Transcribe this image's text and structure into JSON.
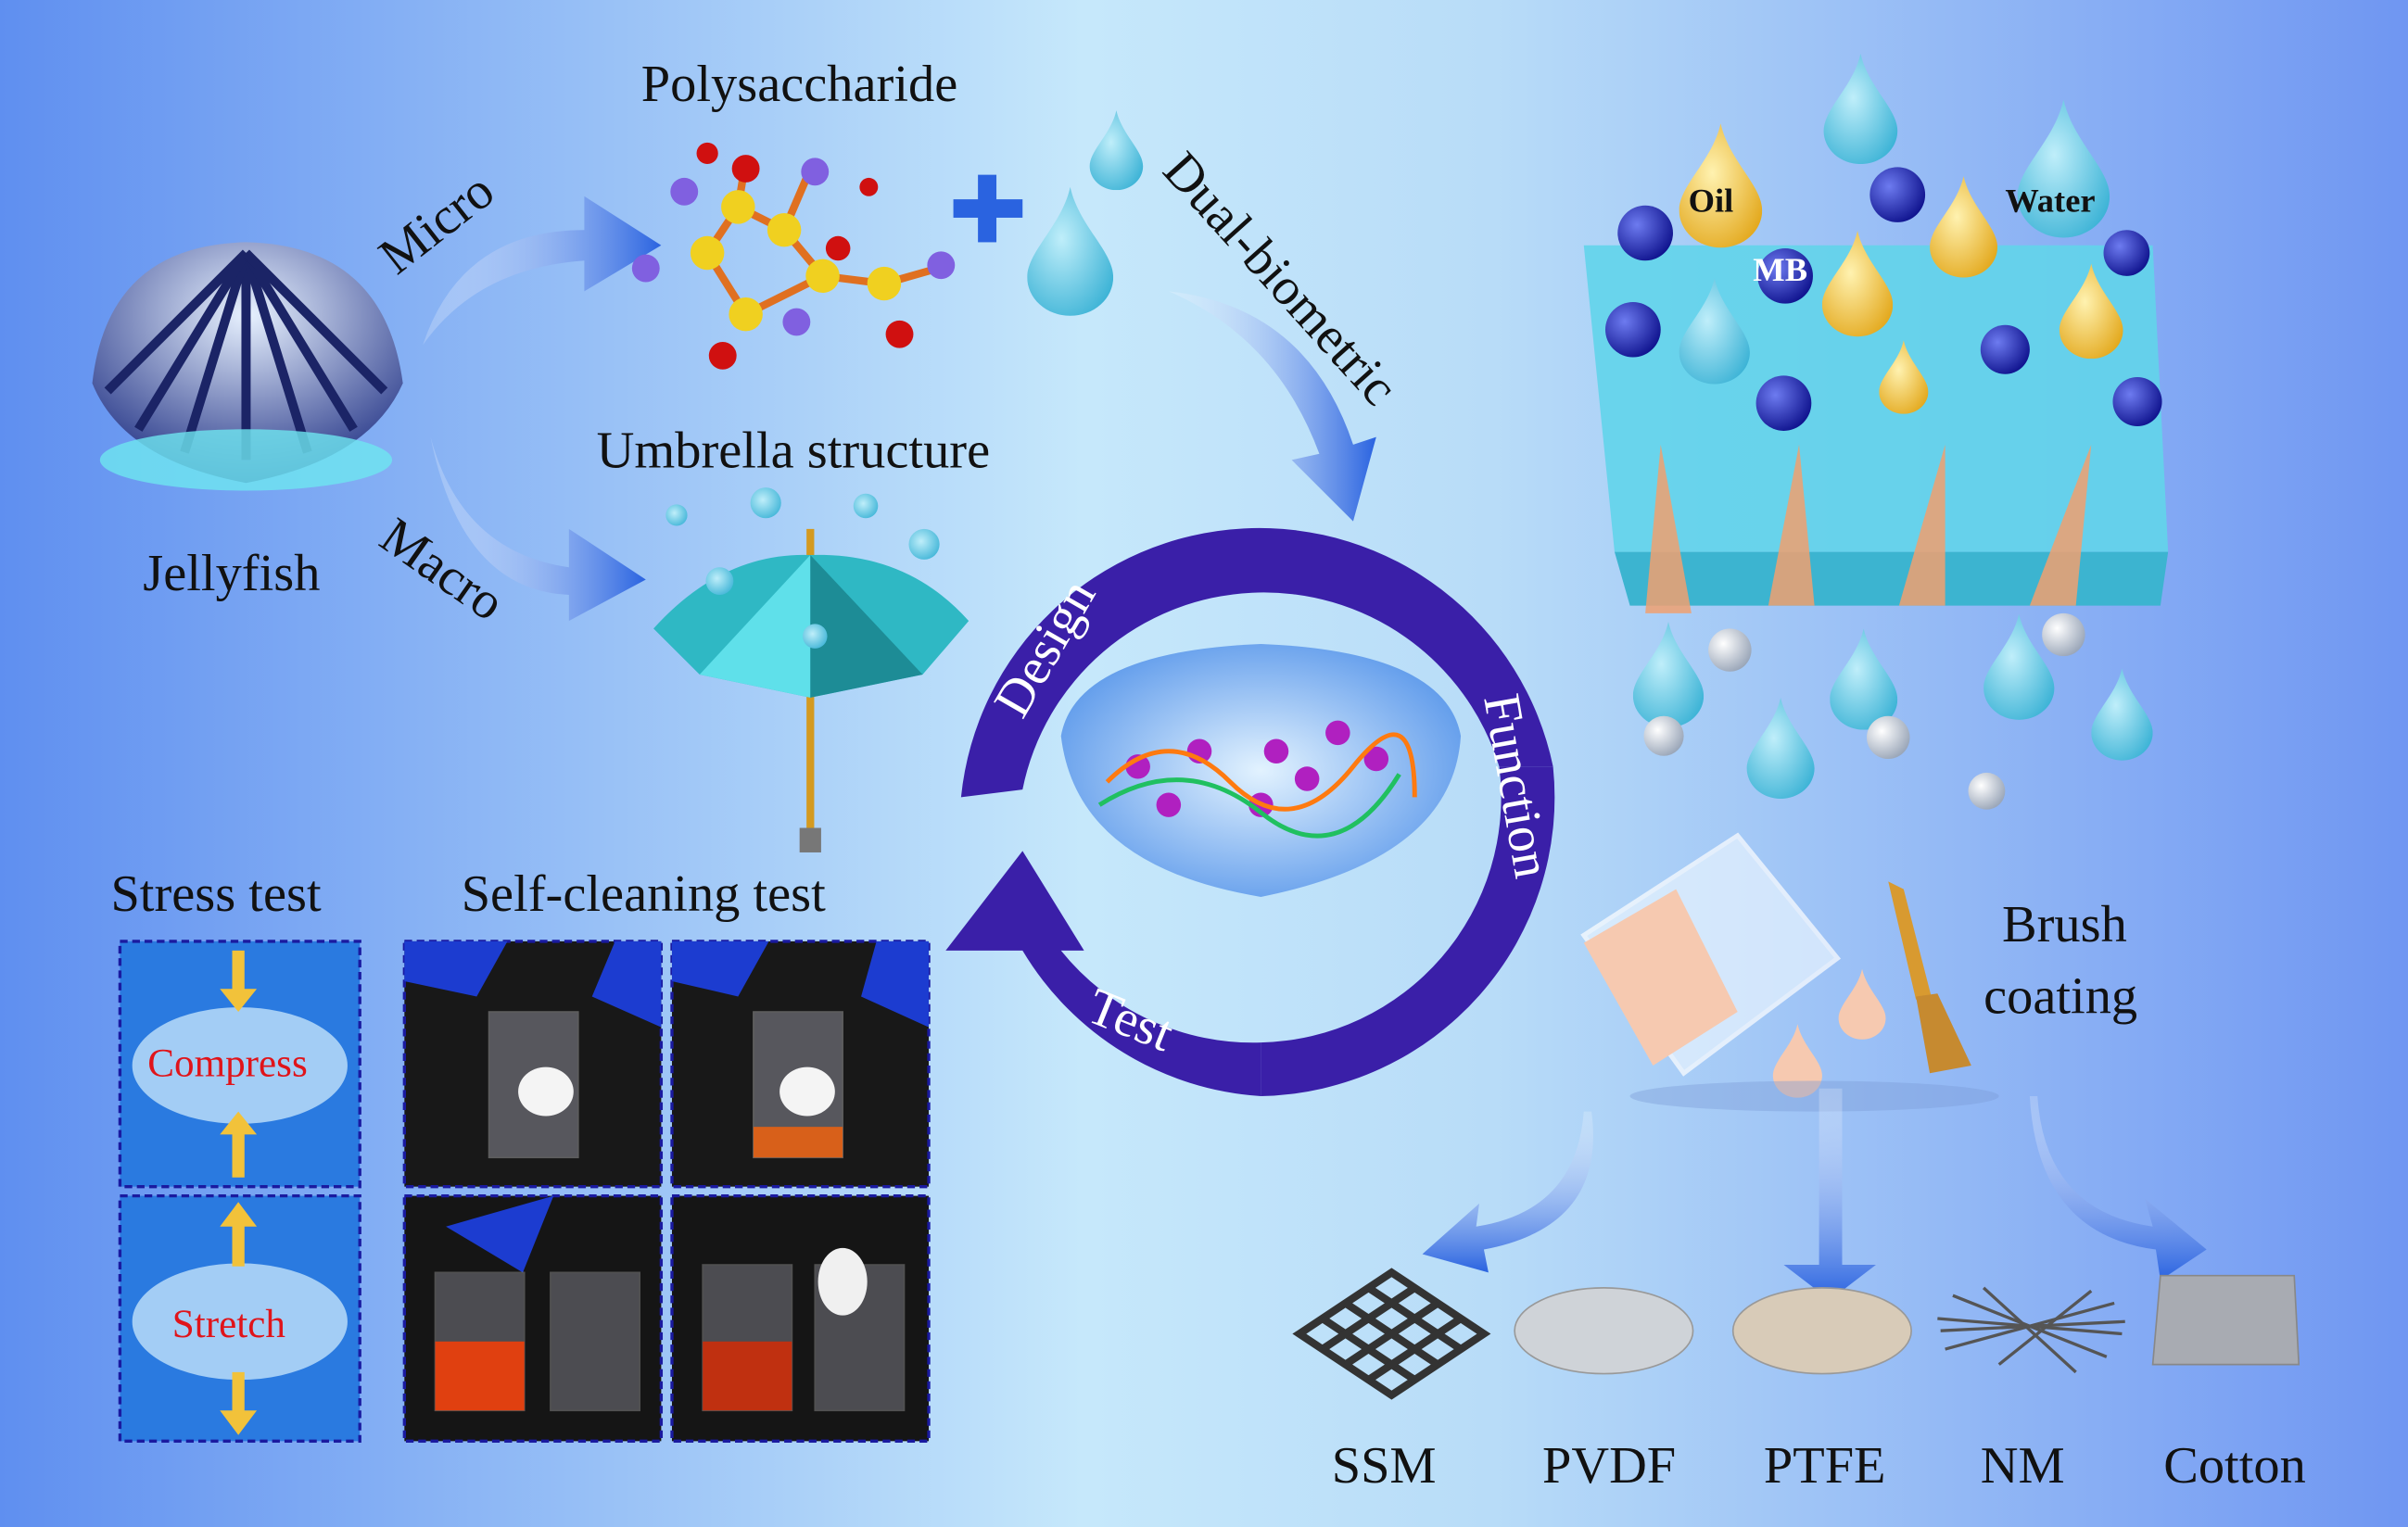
{
  "colors": {
    "background_left": "#5f8ff0",
    "background_center": "#c6e8fb",
    "background_right": "#6f96f2",
    "cycle_arrow": "#3a1fa8",
    "flow_arrow": "#2a63e0",
    "water_drop": "#5cc7e3",
    "oil_drop": "#f2c23a",
    "mb_sphere": "#1c22b8",
    "membrane": "#62d4ea",
    "text_red": "#e0141a"
  },
  "top": {
    "polysaccharide": "Polysaccharide",
    "micro": "Micro",
    "macro": "Macro",
    "jellyfish": "Jellyfish",
    "umbrella": "Umbrella structure",
    "dual_biometric": "Dual-biometric"
  },
  "separation": {
    "oil": "Oil",
    "water": "Water",
    "mb": "MB"
  },
  "cycle": {
    "design": "Design",
    "function": "Function",
    "test": "Test"
  },
  "tests": {
    "stress_title": "Stress test",
    "self_cleaning_title": "Self-cleaning test",
    "compress": "Compress",
    "stretch": "Stretch"
  },
  "coating": {
    "title_line1": "Brush",
    "title_line2": "coating",
    "substrates": [
      "SSM",
      "PVDF",
      "PTFE",
      "NM",
      "Cotton"
    ]
  }
}
